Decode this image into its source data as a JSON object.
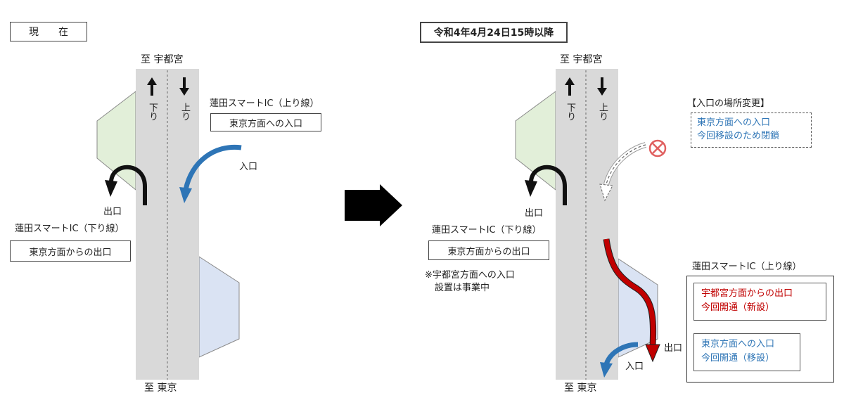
{
  "left_panel": {
    "title": "現　　在",
    "dir_top": "至 宇都宮",
    "dir_bottom": "至 東京",
    "down_lane": "下り",
    "up_lane": "上り",
    "up_ic_name": "蓮田スマートIC（上り線）",
    "up_ic_function": "東京方面への入口",
    "entrance_label": "入口",
    "exit_label": "出口",
    "down_ic_name": "蓮田スマートIC（下り線）",
    "down_ic_function": "東京方面からの出口"
  },
  "right_panel": {
    "title": "令和4年4月24日15時以降",
    "dir_top": "至 宇都宮",
    "dir_bottom": "至 東京",
    "down_lane": "下り",
    "up_lane": "上り",
    "change_heading": "【入口の場所変更】",
    "change_line1": "東京方面への入口",
    "change_line2": "今回移設のため閉鎖",
    "exit_label": "出口",
    "down_ic_name": "蓮田スマートIC（下り線）",
    "down_ic_function": "東京方面からの出口",
    "note_line1": "※宇都宮方面への入口",
    "note_line2": "設置は事業中",
    "up_ic_name": "蓮田スマートIC（上り線）",
    "new_exit_line1": "宇都宮方面からの出口",
    "new_exit_line2": "今回開通（新設）",
    "moved_entrance_line1": "東京方面への入口",
    "moved_entrance_line2": "今回開通（移設）",
    "exit_label_2": "出口",
    "entrance_label": "入口"
  },
  "colors": {
    "road": "#d9d9d9",
    "down_ramp_area": "#e2efd9",
    "up_ramp_area": "#dae3f3",
    "entrance_arrow": "#2e75b6",
    "new_exit_arrow": "#c00000",
    "closed_mark": "#e06060",
    "new_exit_text": "#c00000",
    "entrance_text": "#2e75b6"
  }
}
